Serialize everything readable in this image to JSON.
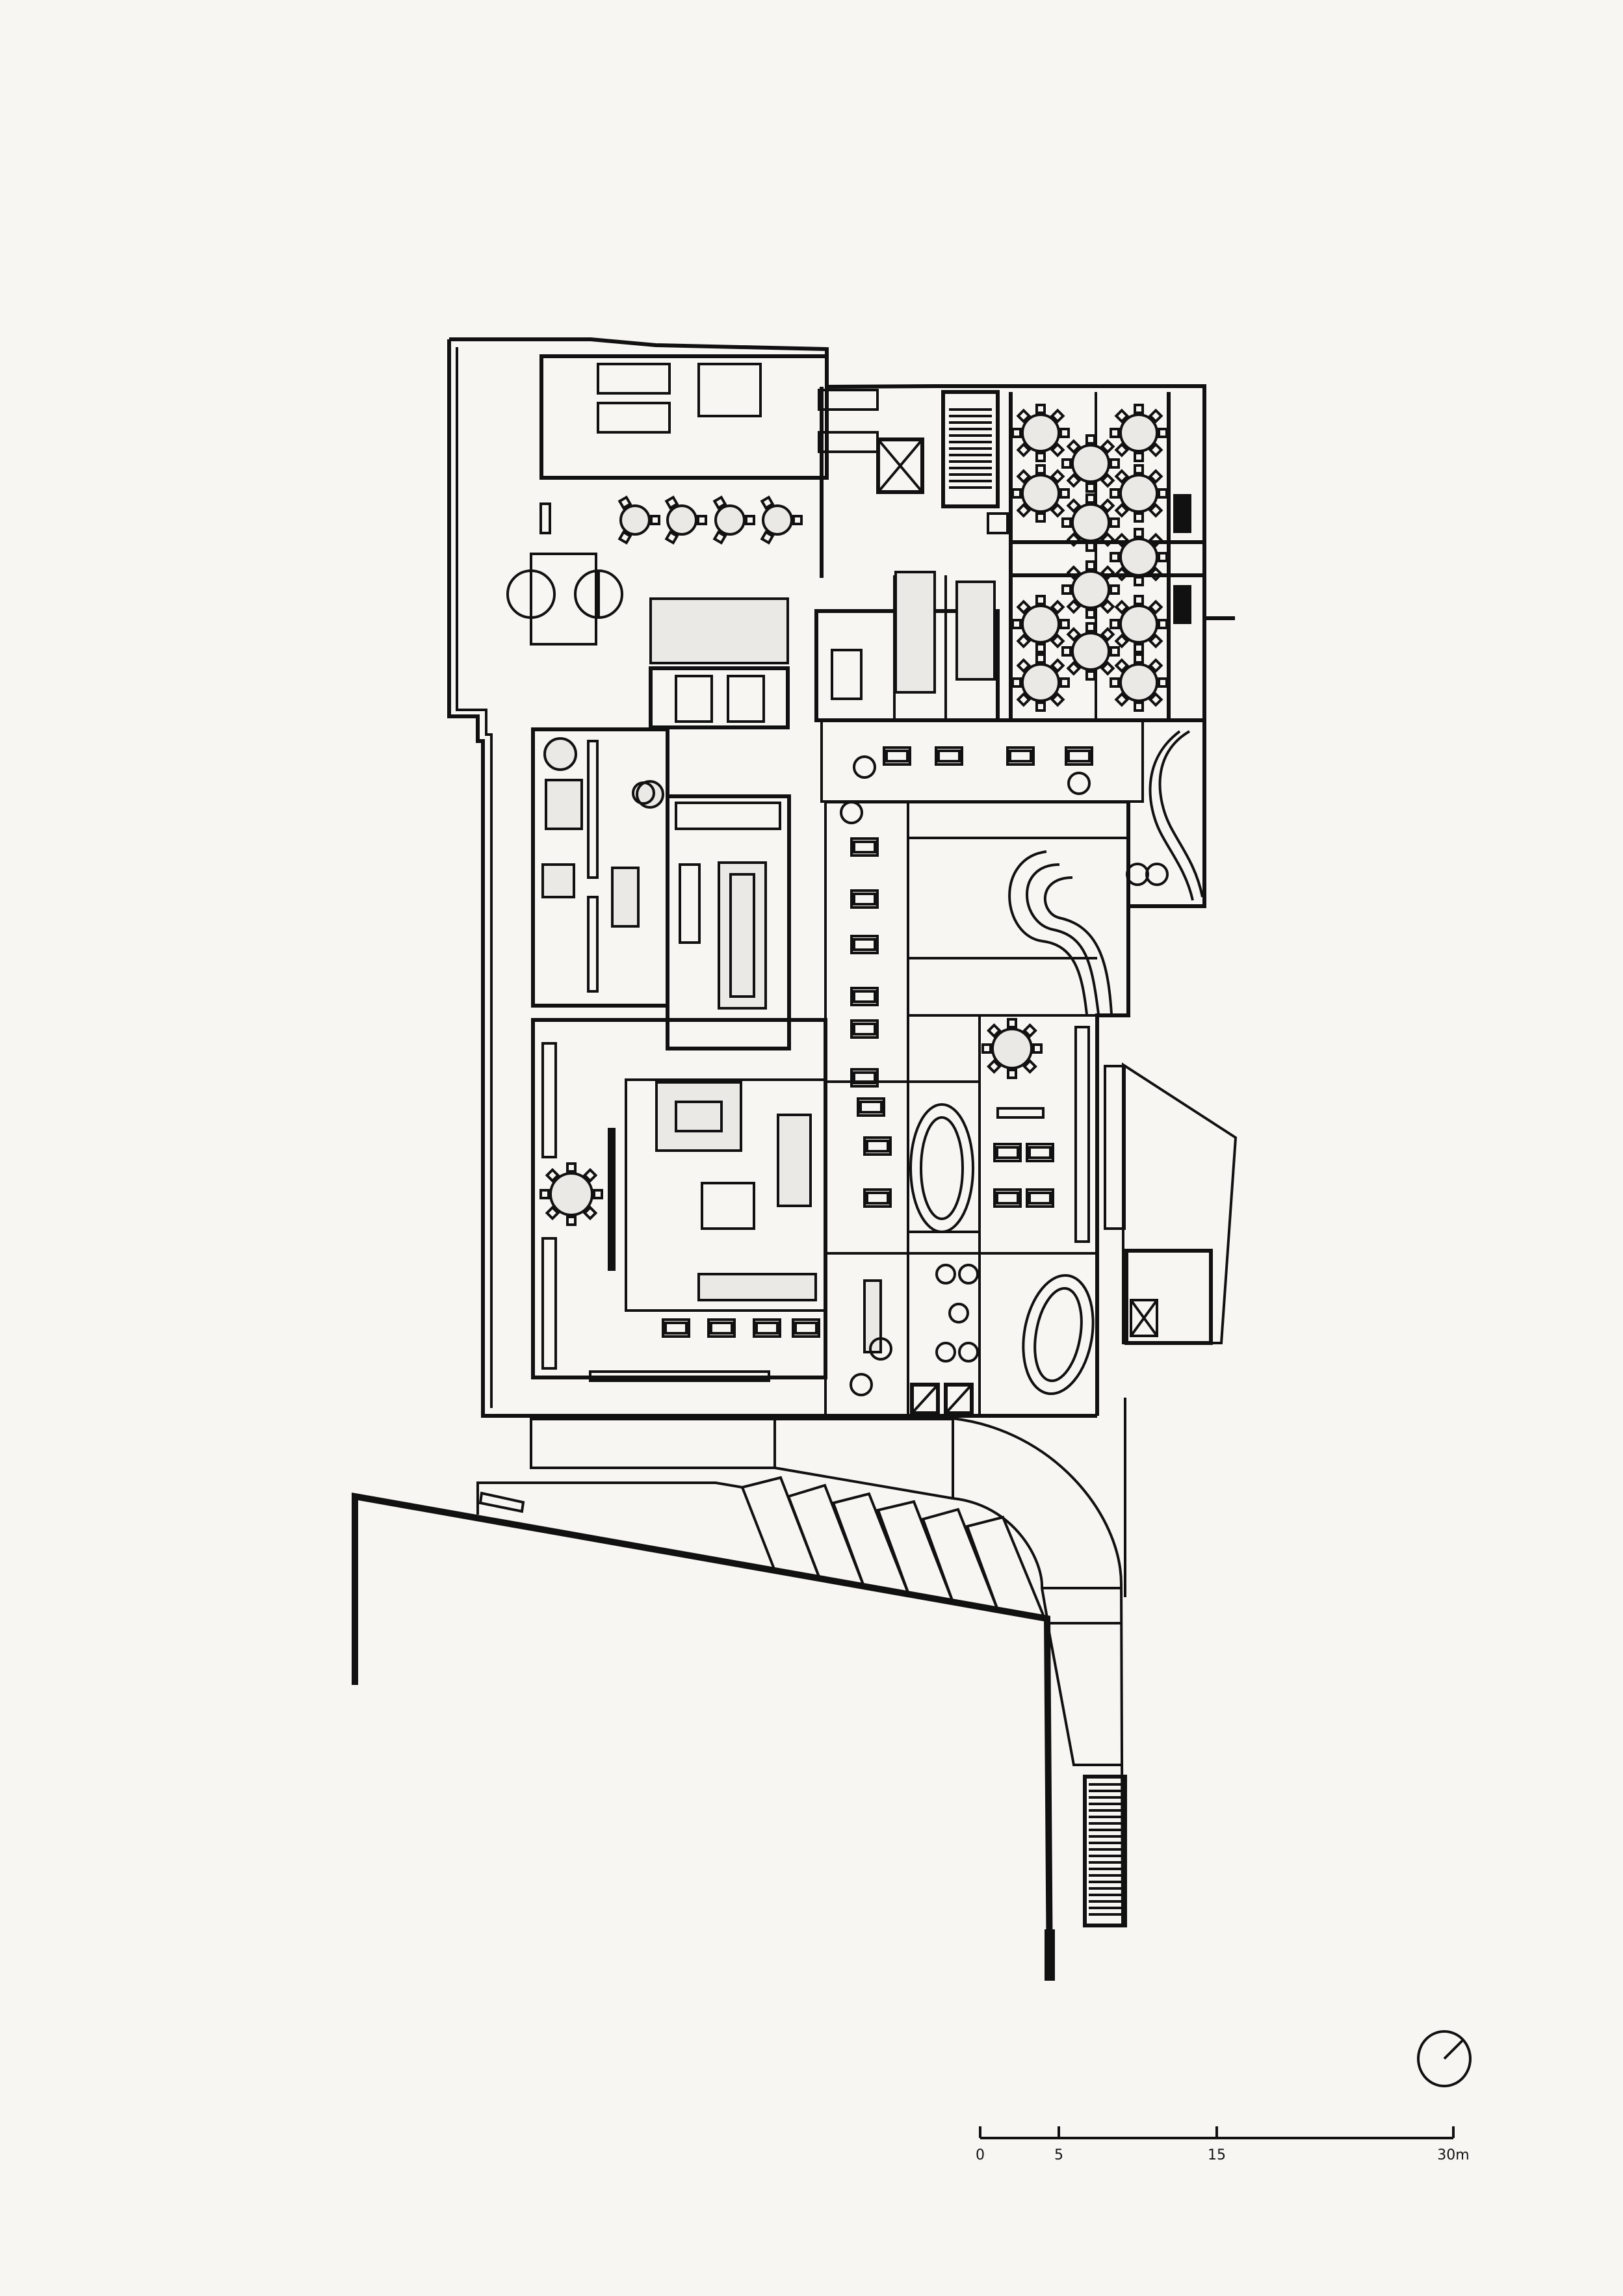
{
  "scale_bar": {
    "labels": [
      "0",
      "5",
      "15",
      "30m"
    ],
    "values_m": [
      0,
      5,
      15,
      30
    ]
  },
  "north_arrow": {
    "icon": "north-arrow-icon"
  },
  "colors": {
    "background": "#f8f6f3",
    "line": "#111111",
    "fill": "#ebe9e6"
  }
}
